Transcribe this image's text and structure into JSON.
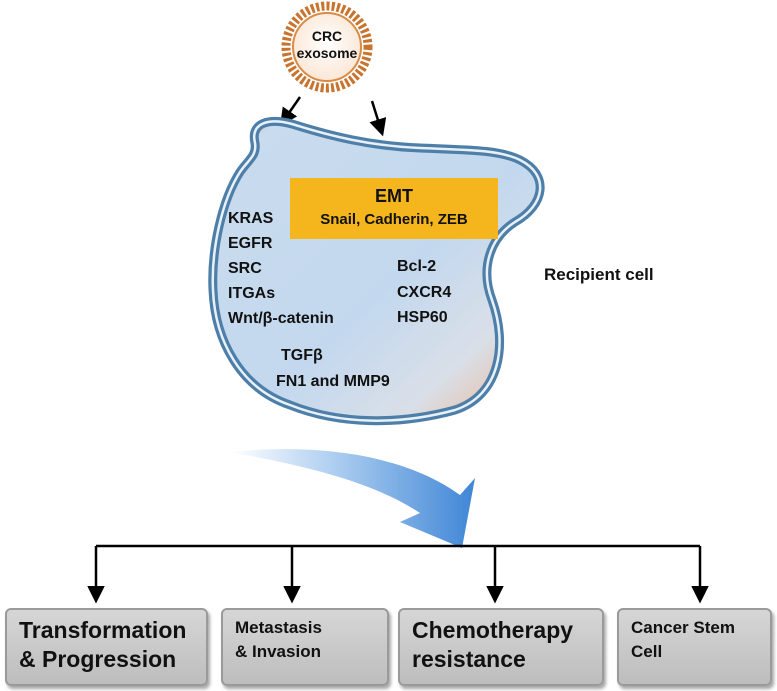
{
  "exosome": {
    "line1": "CRC",
    "line2": "exosome"
  },
  "emt_box": {
    "title": "EMT",
    "subtitle": "Snail, Cadherin, ZEB",
    "color": "#f5b51d"
  },
  "cell_labels_left": [
    "KRAS",
    "EGFR",
    "SRC",
    "ITGAs",
    "Wnt/β-catenin"
  ],
  "cell_labels_right": [
    "Bcl-2",
    "CXCR4",
    "HSP60"
  ],
  "cell_labels_bottom": [
    "TGFβ",
    "FN1 and MMP9"
  ],
  "recipient_label": "Recipient cell",
  "outcomes": [
    {
      "line1": "Transformation",
      "line2": "& Progression",
      "size": "big"
    },
    {
      "line1": "Metastasis",
      "line2": "& Invasion",
      "size": "small"
    },
    {
      "line1": "Chemotherapy",
      "line2": "resistance",
      "size": "big"
    },
    {
      "line1": "Cancer Stem",
      "line2": "Cell",
      "size": "small"
    }
  ],
  "colors": {
    "cell_blue": "#bcd3ea",
    "cell_orange": "#f0b48c",
    "membrane": "#4e7fa8",
    "exosome": "#c8742e",
    "arrow_blue": "#4a90d9"
  }
}
